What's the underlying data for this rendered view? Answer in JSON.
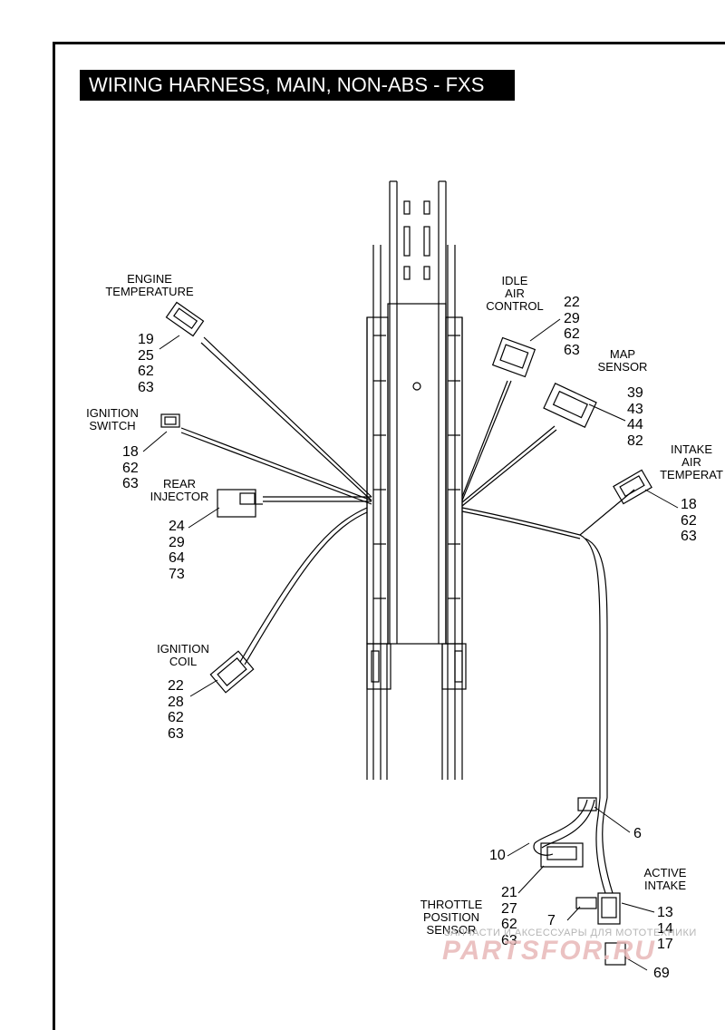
{
  "title": "WIRING HARNESS, MAIN, NON-ABS - FXS",
  "components": {
    "engine_temperature": {
      "label_lines": [
        "ENGINE",
        "TEMPERATURE"
      ],
      "refs": [
        "19",
        "25",
        "62",
        "63"
      ]
    },
    "ignition_switch": {
      "label_lines": [
        "IGNITION",
        "SWITCH"
      ],
      "refs": [
        "18",
        "62",
        "63"
      ]
    },
    "rear_injector": {
      "label_lines": [
        "REAR",
        "INJECTOR"
      ],
      "refs": [
        "24",
        "29",
        "64",
        "73"
      ]
    },
    "ignition_coil": {
      "label_lines": [
        "IGNITION",
        "COIL"
      ],
      "refs": [
        "22",
        "28",
        "62",
        "63"
      ]
    },
    "idle_air_control": {
      "label_lines": [
        "IDLE",
        "AIR",
        "CONTROL"
      ],
      "refs": [
        "22",
        "29",
        "62",
        "63"
      ]
    },
    "map_sensor": {
      "label_lines": [
        "MAP",
        "SENSOR"
      ],
      "refs": [
        "39",
        "43",
        "44",
        "82"
      ]
    },
    "intake_air_temperature": {
      "label_lines": [
        "INTAKE",
        "AIR",
        "TEMPERAT"
      ],
      "refs": [
        "18",
        "62",
        "63"
      ]
    },
    "throttle_position_sensor": {
      "label_lines": [
        "THROTTLE",
        "POSITION",
        "SENSOR"
      ],
      "refs": [
        "21",
        "27",
        "62",
        "63"
      ]
    },
    "active_intake": {
      "label_lines": [
        "ACTIVE",
        "INTAKE"
      ],
      "refs": [
        "13",
        "14",
        "17"
      ]
    }
  },
  "callouts": {
    "c6": "6",
    "c10": "10",
    "c7": "7",
    "c69": "69"
  },
  "watermark": {
    "text": "ЗАПЧАСТИ И АКСЕССУАРЫ ДЛЯ МОТОТЕХНИКИ",
    "logo": "PARTSFOR.RU"
  }
}
